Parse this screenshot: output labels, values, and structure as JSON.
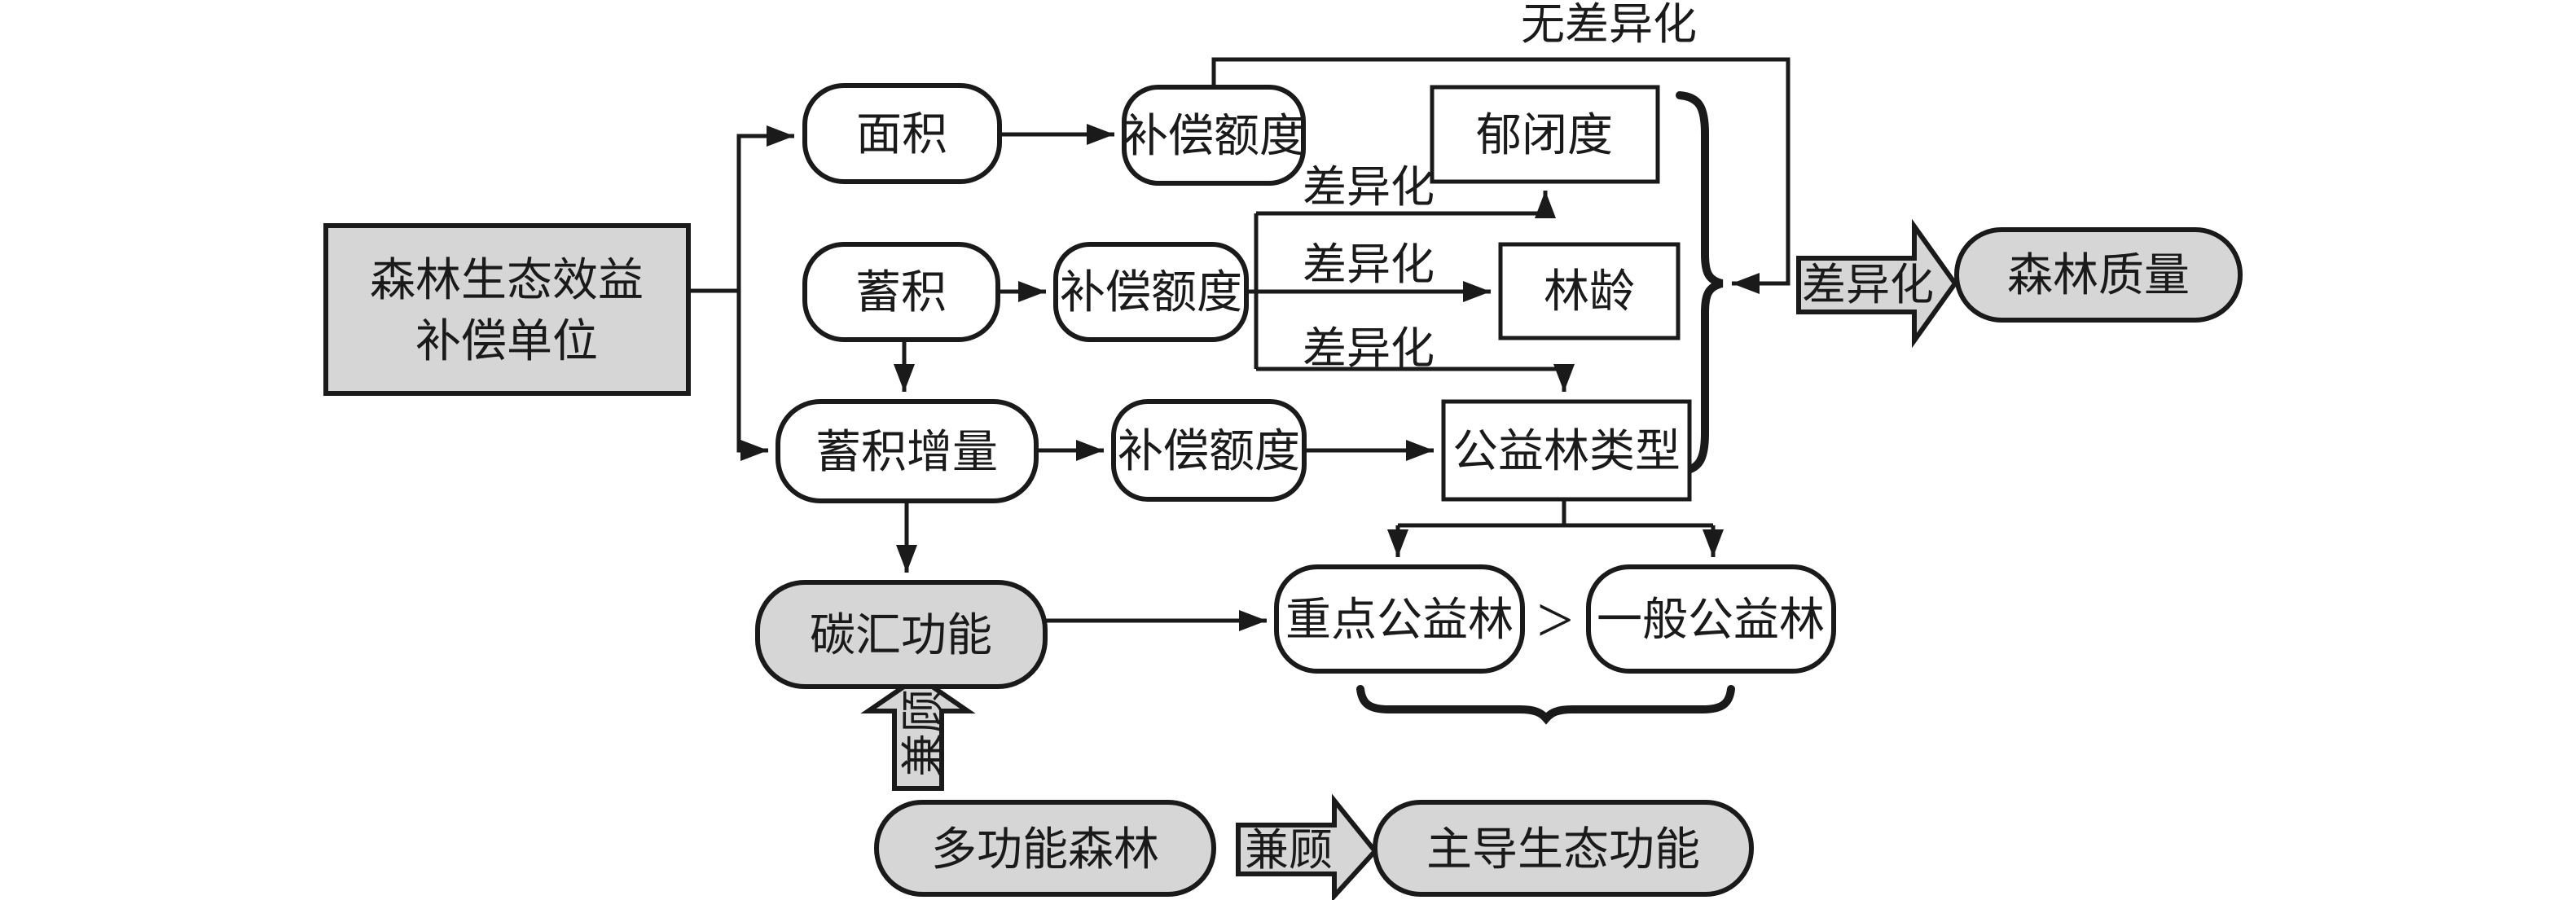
{
  "diagram": {
    "title": "forest-ecological-compensation-flowchart",
    "nodes": {
      "unit_line1": "森林生态效益",
      "unit_line2": "补偿单位",
      "area": "面积",
      "quota1": "补偿额度",
      "quota2": "补偿额度",
      "quota3": "补偿额度",
      "canopy": "郁闭度",
      "stock": "蓄积",
      "age": "林龄",
      "stock_increment": "蓄积增量",
      "forest_type": "公益林类型",
      "carbon": "碳汇功能",
      "key_forest": "重点公益林",
      "gt": ">",
      "general_forest": "一般公益林",
      "multi_forest": "多功能森林",
      "dominant_function": "主导生态功能",
      "forest_quality": "森林质量"
    },
    "labels": {
      "no_diff": "无差异化",
      "diff1": "差异化",
      "diff2": "差异化",
      "diff3": "差异化",
      "diff_big": "差异化",
      "balance_vertical": "兼顾",
      "balance_horizontal": "兼顾"
    },
    "colors": {
      "node_gray": "#d6d6d6",
      "stroke": "#1a1a1a",
      "background": "#ffffff"
    }
  }
}
